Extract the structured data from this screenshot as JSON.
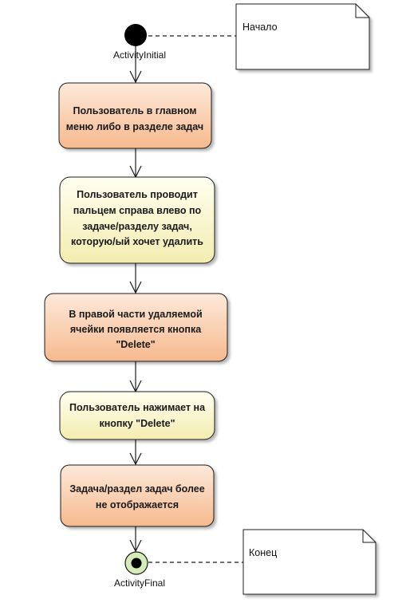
{
  "diagram": {
    "initial": {
      "label": "ActivityInitial"
    },
    "final": {
      "label": "ActivityFinal"
    },
    "notes": {
      "start": "Начало",
      "end": "Конец"
    },
    "actions": [
      {
        "lines": [
          "Пользователь в главном",
          "меню либо в разделе задач"
        ]
      },
      {
        "lines": [
          "Пользователь проводит",
          "пальцем справа влево по",
          "задаче/разделу задач,",
          "которую/ый хочет удалить"
        ]
      },
      {
        "lines": [
          "В правой части удаляемой",
          "ячейки появляется кнопка",
          "\"Delete\""
        ]
      },
      {
        "lines": [
          "Пользователь нажимает на",
          "кнопку \"Delete\""
        ]
      },
      {
        "lines": [
          "Задача/раздел задач более",
          "не отображается"
        ]
      }
    ],
    "colors": {
      "orange_top": "#fde9da",
      "orange_bottom": "#f6b98d",
      "yellow_top": "#fffff0",
      "yellow_bottom": "#f3ecb0",
      "final_fill": "#d5ecb8",
      "line": "#1a1a1a"
    }
  }
}
